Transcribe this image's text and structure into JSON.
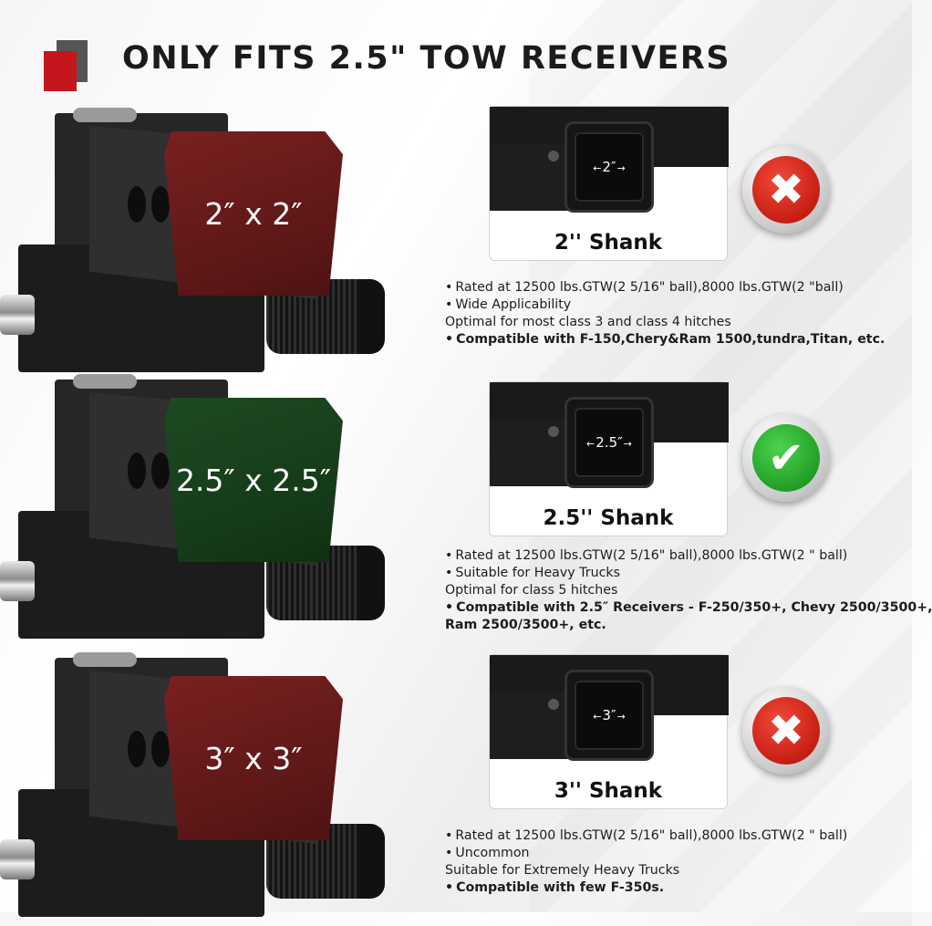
{
  "header": {
    "title": "ONLY FITS 2.5\" TOW RECEIVERS"
  },
  "colors": {
    "brand_red": "#c4161c",
    "shank_red": "#5c1717",
    "shank_green": "#153a19",
    "cross_red": "#c41b10",
    "check_green": "#1f9a22"
  },
  "sections": [
    {
      "shank_size": "2″ x 2″",
      "receiver_dimension": "2″",
      "receiver_title": "2'' Shank",
      "fit": "cross-icon",
      "fit_glyph": "✖",
      "specs": [
        {
          "text": "Rated at 12500 lbs.GTW(2 5/16\" ball),8000 lbs.GTW(2 \"ball)",
          "bullet": true,
          "bold": false
        },
        {
          "text": "Wide Applicability",
          "bullet": true,
          "bold": false
        },
        {
          "text": "Optimal for most class 3 and class 4 hitches",
          "bullet": false,
          "bold": false
        },
        {
          "text": "Compatible with F-150,Chery&Ram 1500,tundra,Titan, etc.",
          "bullet": true,
          "bold": true
        }
      ]
    },
    {
      "shank_size": "2.5″ x 2.5″",
      "receiver_dimension": "2.5″",
      "receiver_title": "2.5'' Shank",
      "fit": "check-icon",
      "fit_glyph": "✔",
      "specs": [
        {
          "text": "Rated at 12500 lbs.GTW(2 5/16\" ball),8000 lbs.GTW(2 \" ball)",
          "bullet": true,
          "bold": false
        },
        {
          "text": "Suitable for Heavy Trucks",
          "bullet": true,
          "bold": false
        },
        {
          "text": "Optimal for class 5 hitches",
          "bullet": false,
          "bold": false
        },
        {
          "text": "Compatible with 2.5″ Receivers - F-250/350+, Chevy 2500/3500+,",
          "bullet": true,
          "bold": true
        },
        {
          "text": "Ram 2500/3500+, etc.",
          "bullet": false,
          "bold": true
        }
      ]
    },
    {
      "shank_size": "3″ x 3″",
      "receiver_dimension": "3″",
      "receiver_title": "3'' Shank",
      "fit": "cross-icon",
      "fit_glyph": "✖",
      "specs": [
        {
          "text": "Rated at 12500 lbs.GTW(2 5/16\" ball),8000 lbs.GTW(2 \" ball)",
          "bullet": true,
          "bold": false
        },
        {
          "text": "Uncommon",
          "bullet": true,
          "bold": false
        },
        {
          "text": "Suitable for Extremely Heavy Trucks",
          "bullet": false,
          "bold": false
        },
        {
          "text": "Compatible with few F-350s.",
          "bullet": true,
          "bold": true
        }
      ]
    }
  ]
}
